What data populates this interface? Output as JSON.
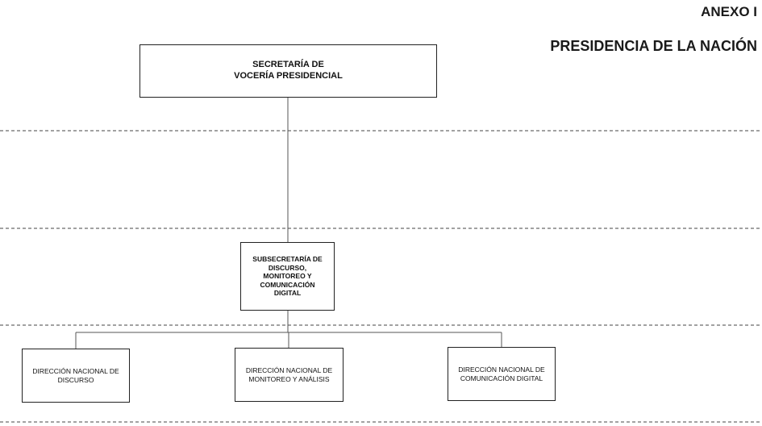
{
  "header": {
    "annex": "ANEXO I",
    "organization": "PRESIDENCIA DE LA NACIÓN"
  },
  "org_chart": {
    "secretaria": {
      "line1": "SECRETARÍA DE",
      "line2": "VOCERÍA PRESIDENCIAL"
    },
    "subsecretaria": {
      "line1": "SUBSECRETARÍA DE",
      "line2": "DISCURSO,",
      "line3": "MONITOREO Y",
      "line4": "COMUNICACIÓN",
      "line5": "DIGITAL"
    },
    "direcciones": [
      {
        "line1": "DIRECCIÓN NACIONAL DE",
        "line2": "DISCURSO"
      },
      {
        "line1": "DIRECCIÓN NACIONAL DE",
        "line2": "MONITOREO Y ANÁLISIS"
      },
      {
        "line1": "DIRECCIÓN NACIONAL DE",
        "line2": "COMUNICACIÓN DIGITAL"
      }
    ]
  },
  "colors": {
    "line": "#555555",
    "dashed_separator": "#444444",
    "box_border": "#222222"
  }
}
